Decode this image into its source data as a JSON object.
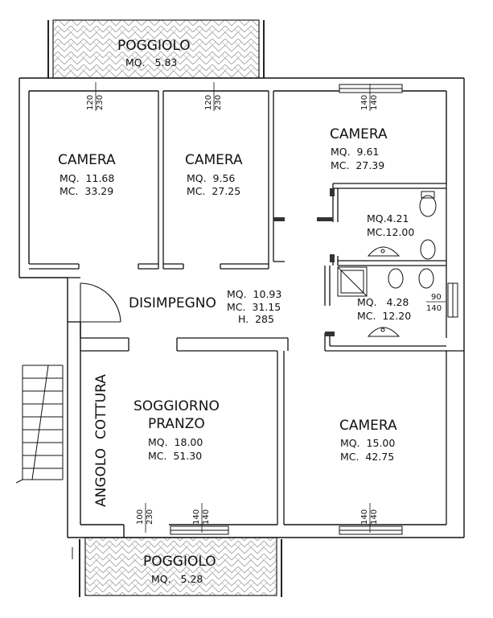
{
  "rooms": {
    "poggiolo_top": {
      "name": "POGGIOLO",
      "mq": "MQ.   5.83"
    },
    "camera_1": {
      "name": "CAMERA",
      "mq": "MQ.  11.68",
      "mc": "MC.  33.29"
    },
    "camera_2": {
      "name": "CAMERA",
      "mq": "MQ.  9.56",
      "mc": "MC.  27.25"
    },
    "camera_3": {
      "name": "CAMERA",
      "mq": "MQ.  9.61",
      "mc": "MC.  27.39"
    },
    "bagno_1": {
      "mq": "MQ.4.21",
      "mc": "MC.12.00"
    },
    "bagno_2": {
      "mq": "MQ.   4.28",
      "mc": "MC.  12.20"
    },
    "disimpegno": {
      "name": "DISIMPEGNO",
      "mq": "MQ.  10.93",
      "mc": "MC.  31.15",
      "h": "H.  285"
    },
    "soggiorno": {
      "name_1": "SOGGIORNO",
      "name_2": "PRANZO",
      "mq": "MQ.  18.00",
      "mc": "MC.  51.30"
    },
    "angolo_cottura": {
      "name": "ANGOLO  COTTURA"
    },
    "camera_4": {
      "name": "CAMERA",
      "mq": "MQ.  15.00",
      "mc": "MC.  42.75"
    },
    "poggiolo_bottom": {
      "name": "POGGIOLO",
      "mq": "MQ.   5.28"
    }
  },
  "openings": {
    "door_camera_1": {
      "w": "120",
      "h": "230"
    },
    "door_camera_2": {
      "w": "120",
      "h": "230"
    },
    "window_camera_3": {
      "w": "140",
      "h": "140"
    },
    "window_bagno_2": {
      "w": "90",
      "h": "140"
    },
    "door_soggiorno": {
      "w": "100",
      "h": "230"
    },
    "window_soggiorno": {
      "w": "140",
      "h": "140"
    },
    "window_camera_4": {
      "w": "140",
      "h": "140"
    }
  }
}
